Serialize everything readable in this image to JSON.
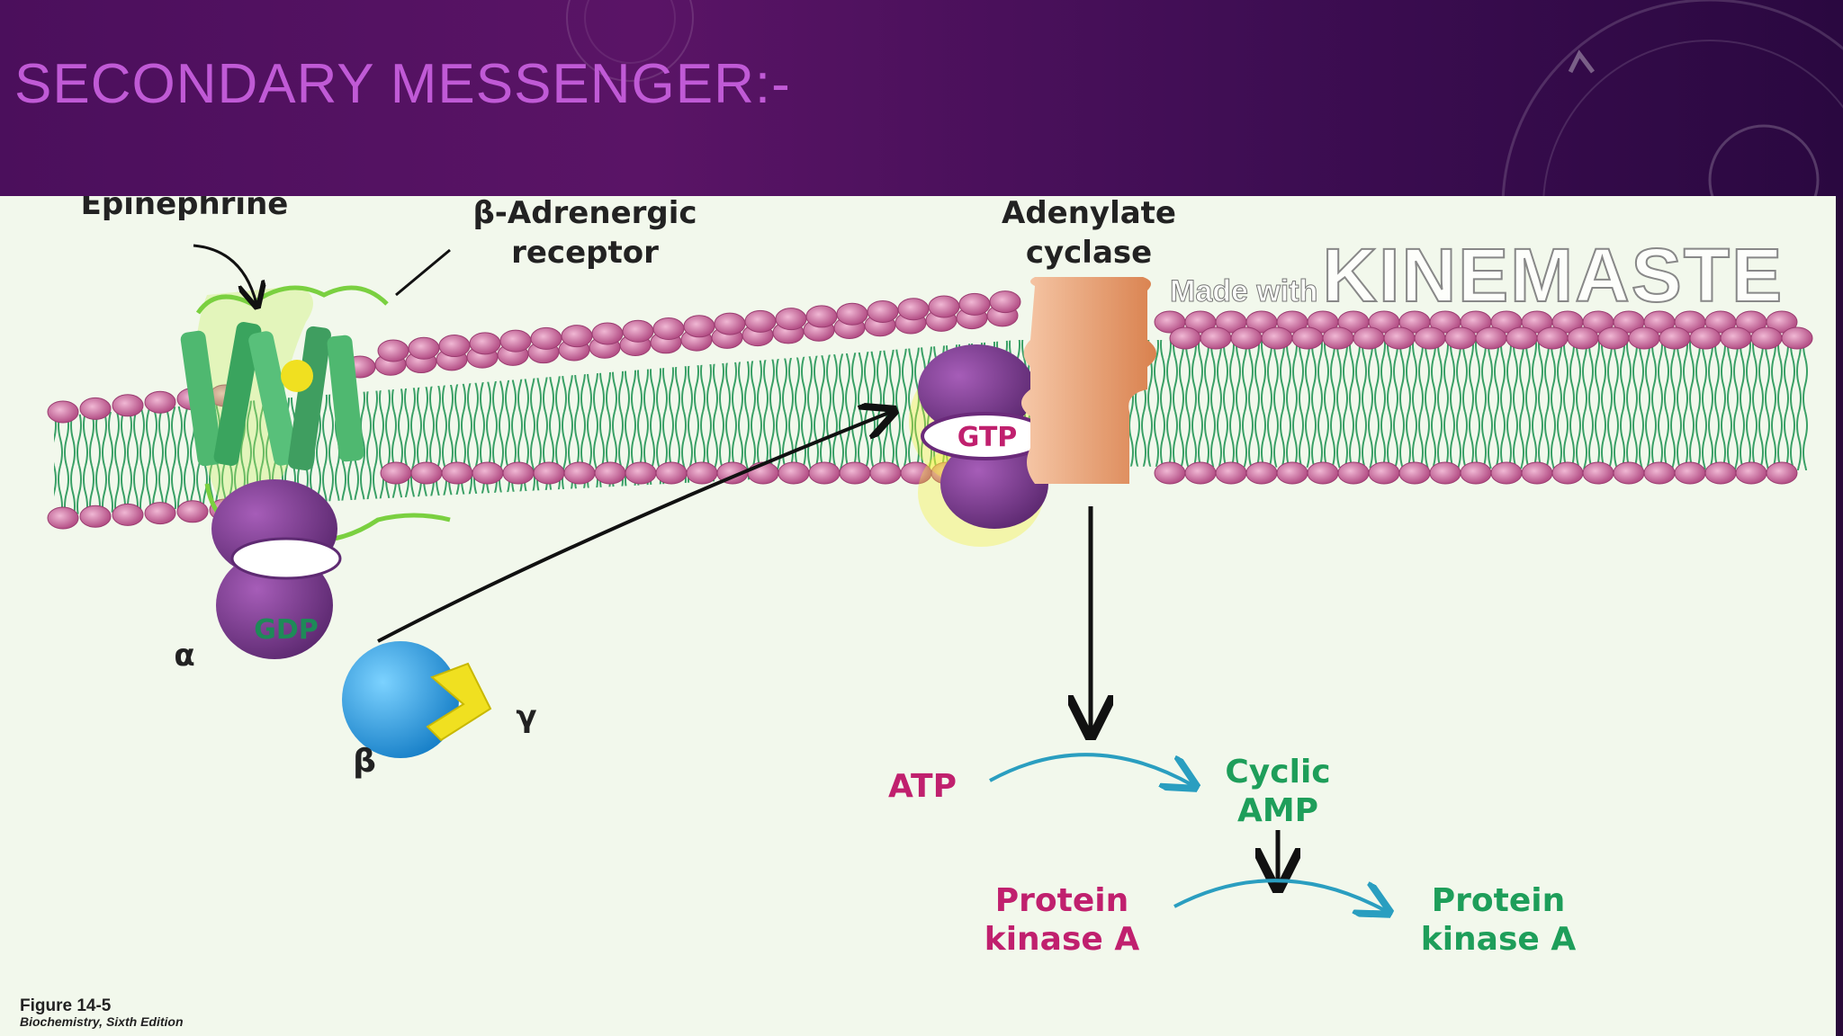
{
  "slide": {
    "title": "SECONDARY MESSENGER:-"
  },
  "figure": {
    "labels": {
      "epinephrine": "Epinephrine",
      "receptor_line1": "β-Adrenergic",
      "receptor_line2": "receptor",
      "adenylate_line1": "Adenylate",
      "adenylate_line2": "cyclase",
      "gdp": "GDP",
      "gtp": "GTP",
      "alpha": "α",
      "beta": "β",
      "gamma": "γ",
      "atp": "ATP",
      "camp_line1": "Cyclic",
      "camp_line2": "AMP",
      "pka_left_line1": "Protein",
      "pka_left_line2": "kinase A",
      "pka_right_line1": "Protein",
      "pka_right_line2": "kinase A"
    },
    "caption_line1": "Figure 14-5",
    "caption_line2": "Biochemistry, Sixth Edition"
  },
  "watermark": {
    "small": "Made with",
    "big": "KINEMASTE"
  },
  "colors": {
    "header_bg": "#4b0f5c",
    "title": "#c05ad6",
    "lipid_head": "#c8679e",
    "magenta_text": "#c0206e",
    "green_text": "#1e9e5a",
    "arrow_blue": "#2a9ec0",
    "gprotein_purple": "#7a3a8c",
    "beta_blue": "#2aa0e0",
    "adenylate_orange": "#e8a070"
  }
}
